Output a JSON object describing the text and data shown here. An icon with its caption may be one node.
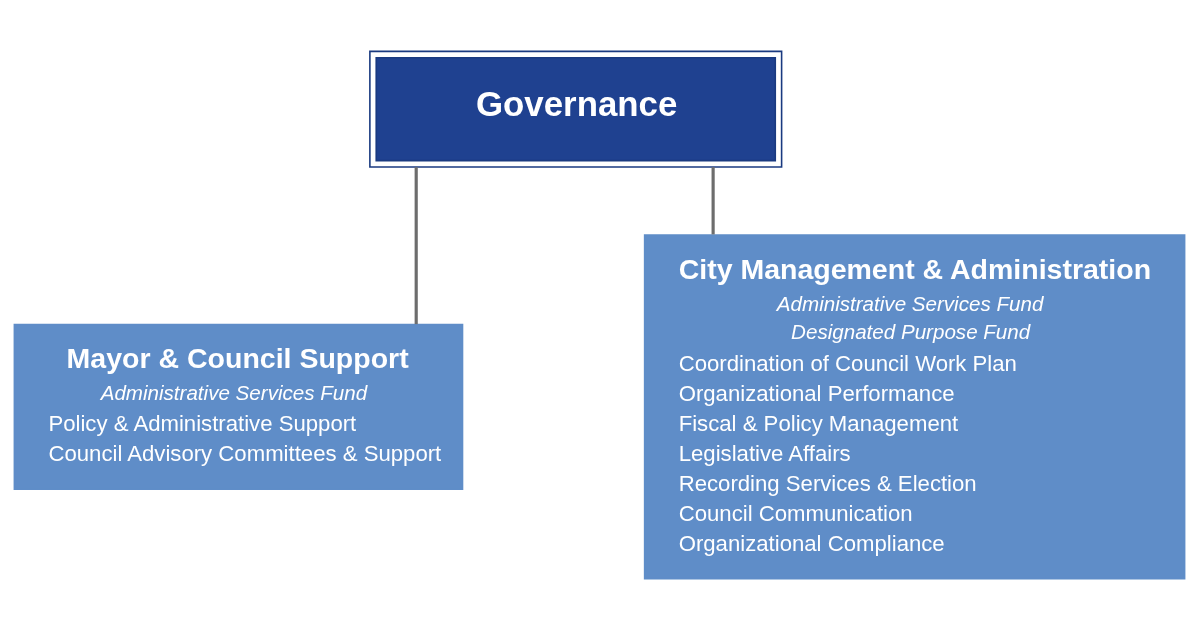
{
  "diagram": {
    "nodes": [
      {
        "text": [
          "Governance"
        ]
      },
      {
        "text": [
          "Mayor & Council Support",
          "Administrative Services Fund",
          "Policy & Administrative Support",
          "Council Advisory Committees & Support"
        ]
      },
      {
        "text": [
          "City Management & Administration",
          "Administrative Services Fund",
          "Designated Purpose Fund",
          "Coordination of Council Work Plan",
          "Organizational Performance",
          "Fiscal & Policy Management",
          "Legislative Affairs",
          "Recording Services & Election",
          "Council Communication",
          "Organizational Compliance"
        ]
      }
    ],
    "edges": [
      {
        "from": 0,
        "to": 1,
        "arrow": "none"
      },
      {
        "from": 0,
        "to": 2,
        "arrow": "none"
      }
    ]
  }
}
